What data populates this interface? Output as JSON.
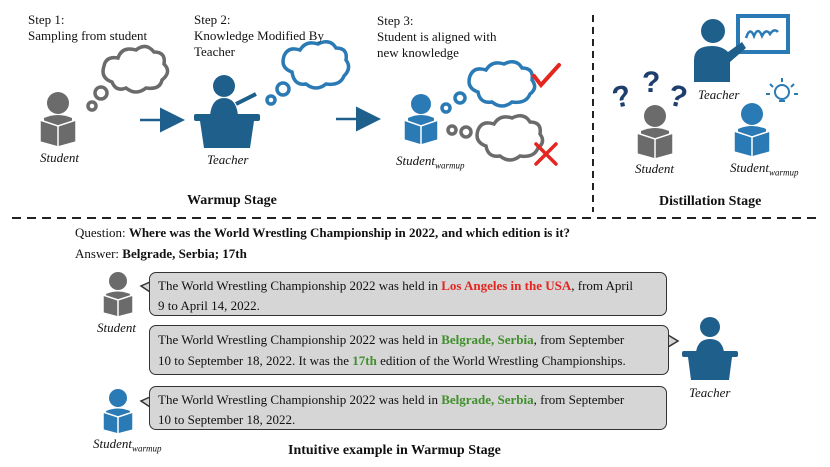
{
  "warmup": {
    "step1_title": "Step 1:",
    "step1_desc": "Sampling from student",
    "step2_title": "Step 2:",
    "step2_desc_line1": "Knowledge Modified By",
    "step2_desc_line2": "Teacher",
    "step3_title": "Step 3:",
    "step3_desc_line1": "Student is aligned with",
    "step3_desc_line2": "new knowledge",
    "student_label": "Student",
    "teacher_label": "Teacher",
    "student_warmup_base": "Student",
    "student_warmup_sub": "warmup",
    "stage_title": "Warmup Stage"
  },
  "distillation": {
    "teacher_label": "Teacher",
    "student_label": "Student",
    "student_warmup_base": "Student",
    "student_warmup_sub": "warmup",
    "stage_title": "Distillation Stage"
  },
  "example": {
    "question_prefix": "Question: ",
    "question_text": "Where was the World Wrestling Championship in 2022, and which edition is it?",
    "answer_prefix": "Answer: ",
    "answer_text": "Belgrade, Serbia; 17th",
    "student_label": "Student",
    "teacher_label": "Teacher",
    "student_warmup_base": "Student",
    "student_warmup_sub": "warmup",
    "bubble1_a": "The World Wrestling Championship 2022 was held in ",
    "bubble1_red": "Los Angeles in the USA",
    "bubble1_b": ", from April",
    "bubble1_c": "9 to April 14, 2022.",
    "bubble2_a": "The World Wrestling Championship 2022 was held in ",
    "bubble2_green": "Belgrade, Serbia",
    "bubble2_b": ", from September",
    "bubble2_c": "10 to September 18, 2022. It was the ",
    "bubble2_green2": "17th",
    "bubble2_d": " edition of the World Wrestling Championships.",
    "bubble3_a": "The World Wrestling Championship 2022 was held in ",
    "bubble3_green": "Belgrade, Serbia",
    "bubble3_b": ", from September",
    "bubble3_c": "10 to September 18, 2022.",
    "stage_title": "Intuitive example in Warmup Stage"
  },
  "colors": {
    "gray_figure": "#6b6b6b",
    "blue_figure": "#2a7ab5",
    "dark_blue": "#1e5f8c",
    "check": "#e32620",
    "cross": "#e32620"
  },
  "icons": [
    "thought-cloud-icon",
    "arrow-icon",
    "check-icon",
    "cross-icon",
    "question-mark-icon",
    "lightbulb-icon",
    "board-icon"
  ]
}
